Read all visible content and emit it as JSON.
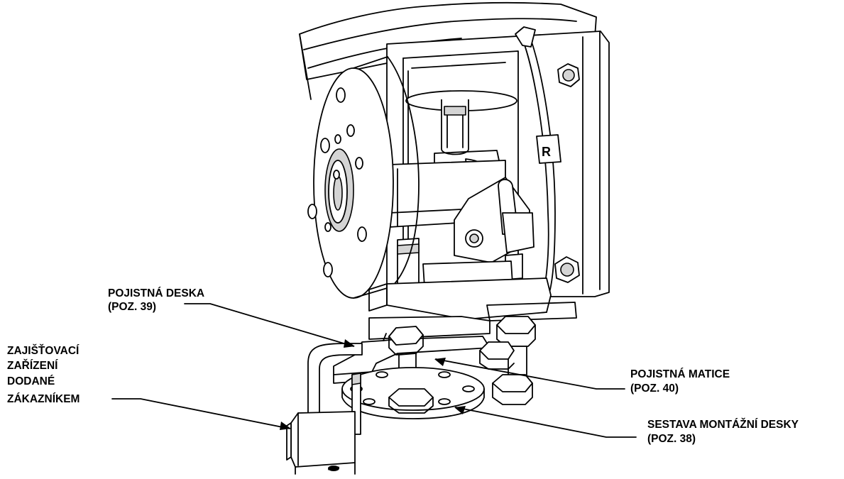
{
  "callouts": {
    "locking_plate": {
      "line1": "POJISTNÁ DESKA",
      "line2": "(POZ. 39)"
    },
    "locking_device": {
      "line1": "ZAJIŠŤOVACÍ",
      "line2": "ZAŘÍZENÍ",
      "line3": "DODANÉ",
      "line4": "ZÁKAZNÍKEM"
    },
    "lock_nut": {
      "line1": "POJISTNÁ MATICE",
      "line2": "(POZ. 40)"
    },
    "mounting_plate_assembly": {
      "line1": "SESTAVA MONTÁŽNÍ DESKY",
      "line2": "(POZ. 38)"
    }
  },
  "colors": {
    "ink": "#000000",
    "shade": "#d4d4d4",
    "background": "#ffffff"
  }
}
